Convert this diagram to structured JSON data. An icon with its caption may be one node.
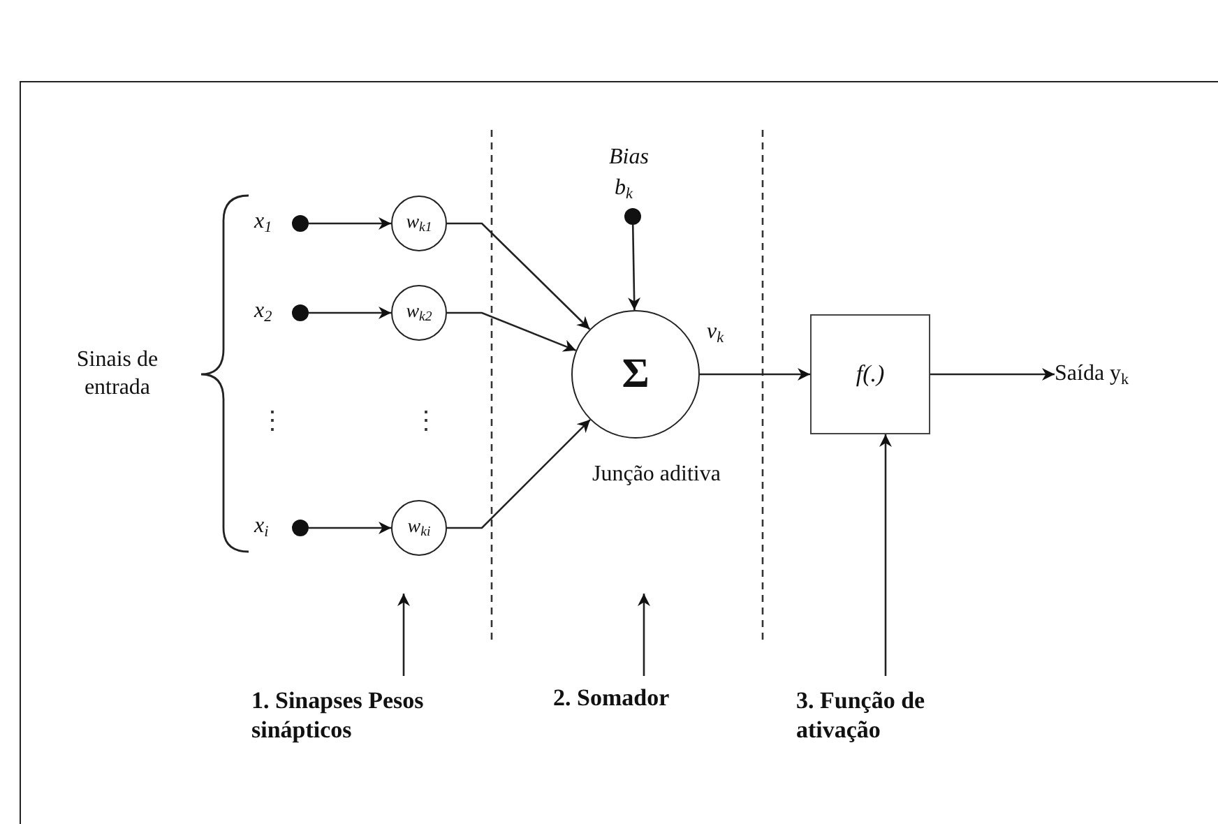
{
  "diagram": {
    "nodes": [
      {
        "text": [
          "Sinais de entrada"
        ]
      },
      {
        "text": [],
        "shape": "circle",
        "beside": [
          "x$_{1}$"
        ]
      },
      {
        "text": [],
        "shape": "circle",
        "beside": [
          "x$_{2}$"
        ]
      },
      {
        "text": [],
        "shape": "circle",
        "beside": [
          "x$_{i}$"
        ]
      },
      {
        "text": [
          "w$_{k1}$"
        ]
      },
      {
        "text": [
          "w$_{k2}$"
        ]
      },
      {
        "text": [
          "w$_{ki}$"
        ]
      },
      {
        "text": [],
        "shape": "circle",
        "beside": [
          "Bias",
          "b$_{k}$"
        ]
      },
      {
        "text": [
          "Σ"
        ],
        "beside": [
          "Junção aditiva"
        ]
      },
      {
        "text": [
          "f(.)"
        ]
      },
      {
        "text": [
          "Saída y$_{k}$"
        ]
      },
      {
        "text": [
          "1. Sinapses Pesos sinápticos"
        ]
      },
      {
        "text": [
          "2. Somador"
        ]
      },
      {
        "text": [
          "3. Função de ativação"
        ]
      }
    ],
    "edges": [
      {
        "from": 1,
        "to": 4,
        "arrow": "to"
      },
      {
        "from": 2,
        "to": 5,
        "arrow": "to"
      },
      {
        "from": 3,
        "to": 6,
        "arrow": "to"
      },
      {
        "from": 4,
        "to": 8,
        "arrow": "to"
      },
      {
        "from": 5,
        "to": 8,
        "arrow": "to"
      },
      {
        "from": 6,
        "to": 8,
        "arrow": "to"
      },
      {
        "from": 7,
        "to": 8,
        "arrow": "to"
      },
      {
        "from": 8,
        "to": 9,
        "arrow": "to",
        "label": "v$_{k}$"
      },
      {
        "from": 9,
        "to": 10,
        "arrow": "to"
      },
      {
        "from": 11,
        "to": null,
        "arrow": "to"
      },
      {
        "from": 12,
        "to": null,
        "arrow": "to"
      },
      {
        "from": 13,
        "to": 9,
        "arrow": "to"
      }
    ],
    "labels": [
      "⋮",
      "⋮"
    ]
  }
}
